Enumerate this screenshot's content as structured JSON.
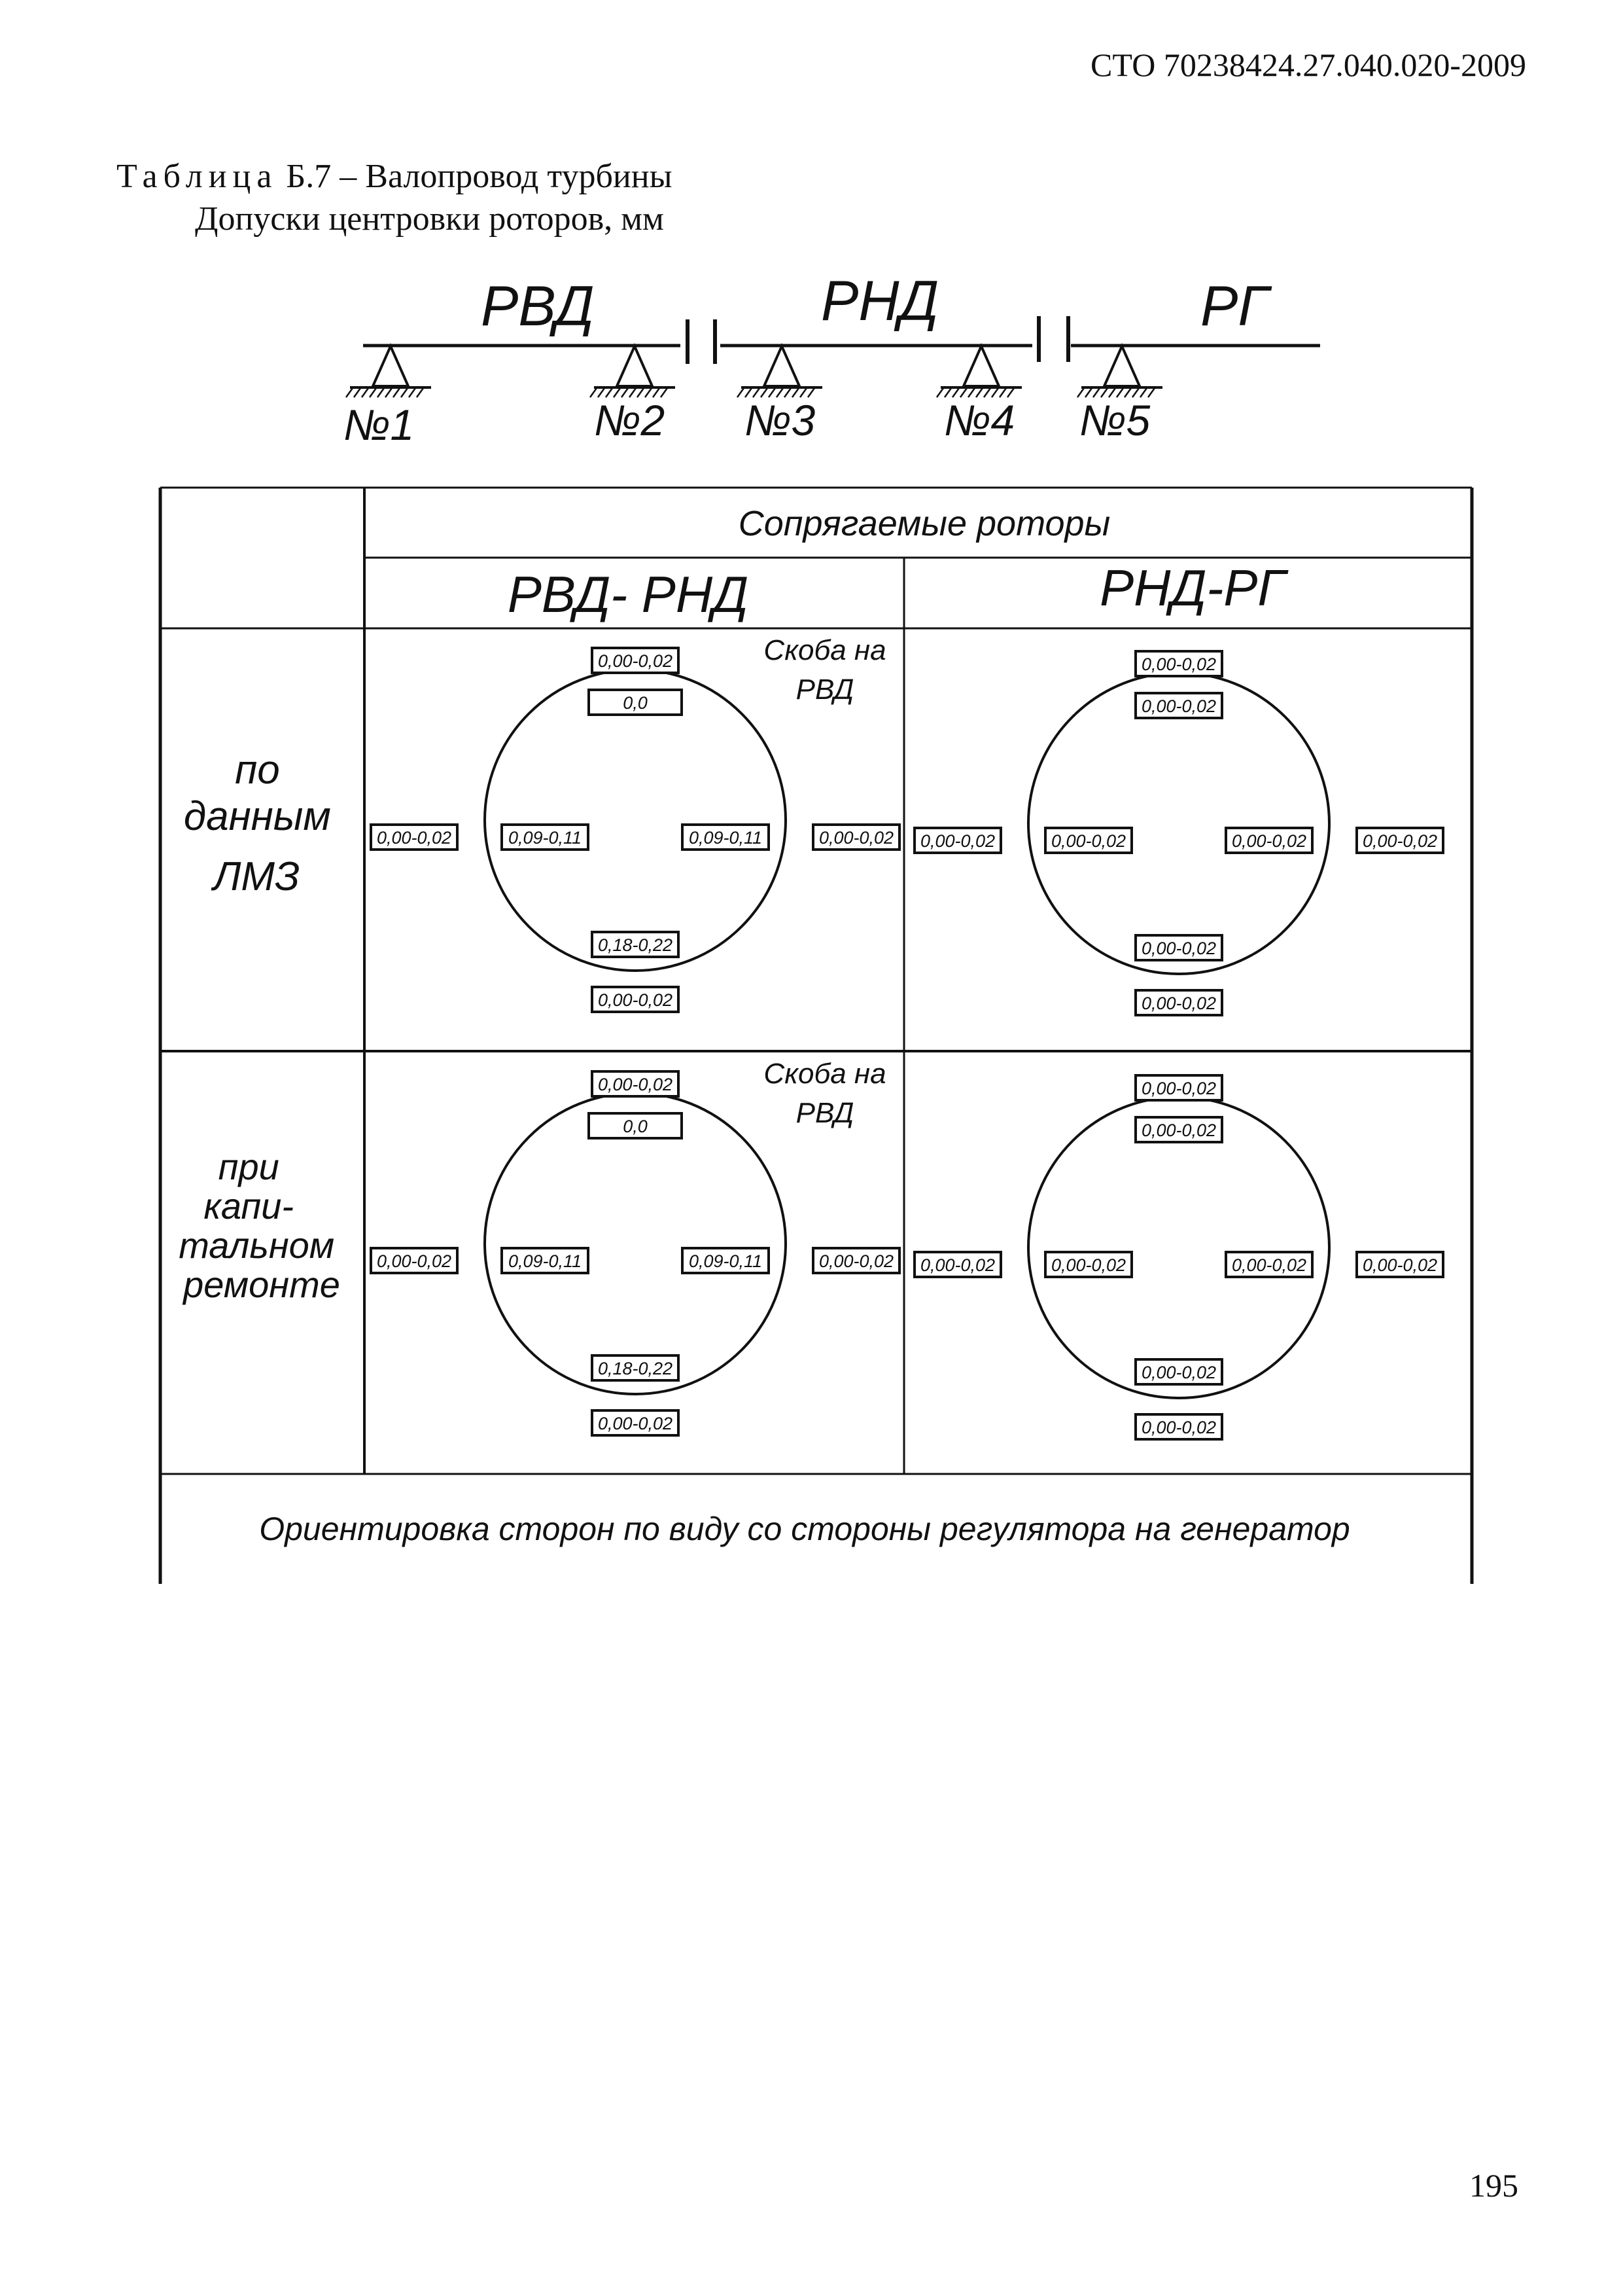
{
  "header": {
    "doc_code": "СТО 70238424.27.040.020-2009"
  },
  "title": {
    "label_spaced": "Таблица",
    "label_rest": " Б.7 – Валопровод турбины",
    "subtitle": "Допуски центровки роторов, мм"
  },
  "shaft_scheme": {
    "rotors": [
      "РВД",
      "РНД",
      "РГ"
    ],
    "bearings": [
      "№1",
      "№2",
      "№3",
      "№4",
      "№5"
    ]
  },
  "table": {
    "group_header": "Сопрягаемые роторы",
    "columns": [
      "РВД- РНД",
      "РНД-РГ"
    ],
    "rows": [
      {
        "label_lines": [
          "по",
          "данным",
          "ЛМЗ"
        ],
        "cells": [
          {
            "note_lines": [
              "Скоба на",
              "РВД"
            ],
            "outer_top": "0,00-0,02",
            "inner_top": "0,0",
            "outer_left": "0,00-0,02",
            "inner_left": "0,09-0,11",
            "inner_right": "0,09-0,11",
            "outer_right": "0,00-0,02",
            "inner_bottom": "0,18-0,22",
            "outer_bottom": "0,00-0,02"
          },
          {
            "outer_top": "0,00-0,02",
            "inner_top": "0,00-0,02",
            "outer_left": "0,00-0,02",
            "inner_left": "0,00-0,02",
            "inner_right": "0,00-0,02",
            "outer_right": "0,00-0,02",
            "inner_bottom": "0,00-0,02",
            "outer_bottom": "0,00-0,02"
          }
        ]
      },
      {
        "label_lines": [
          "при",
          "капи-",
          "тальном",
          "ремонте"
        ],
        "cells": [
          {
            "note_lines": [
              "Скоба на",
              "РВД"
            ],
            "outer_top": "0,00-0,02",
            "inner_top": "0,0",
            "outer_left": "0,00-0,02",
            "inner_left": "0,09-0,11",
            "inner_right": "0,09-0,11",
            "outer_right": "0,00-0,02",
            "inner_bottom": "0,18-0,22",
            "outer_bottom": "0,00-0,02"
          },
          {
            "outer_top": "0,00-0,02",
            "inner_top": "0,00-0,02",
            "outer_left": "0,00-0,02",
            "inner_left": "0,00-0,02",
            "inner_right": "0,00-0,02",
            "outer_right": "0,00-0,02",
            "inner_bottom": "0,00-0,02",
            "outer_bottom": "0,00-0,02"
          }
        ]
      }
    ],
    "footer_note": "Ориентировка сторон по виду со стороны регулятора на генератор"
  },
  "page_number": "195"
}
